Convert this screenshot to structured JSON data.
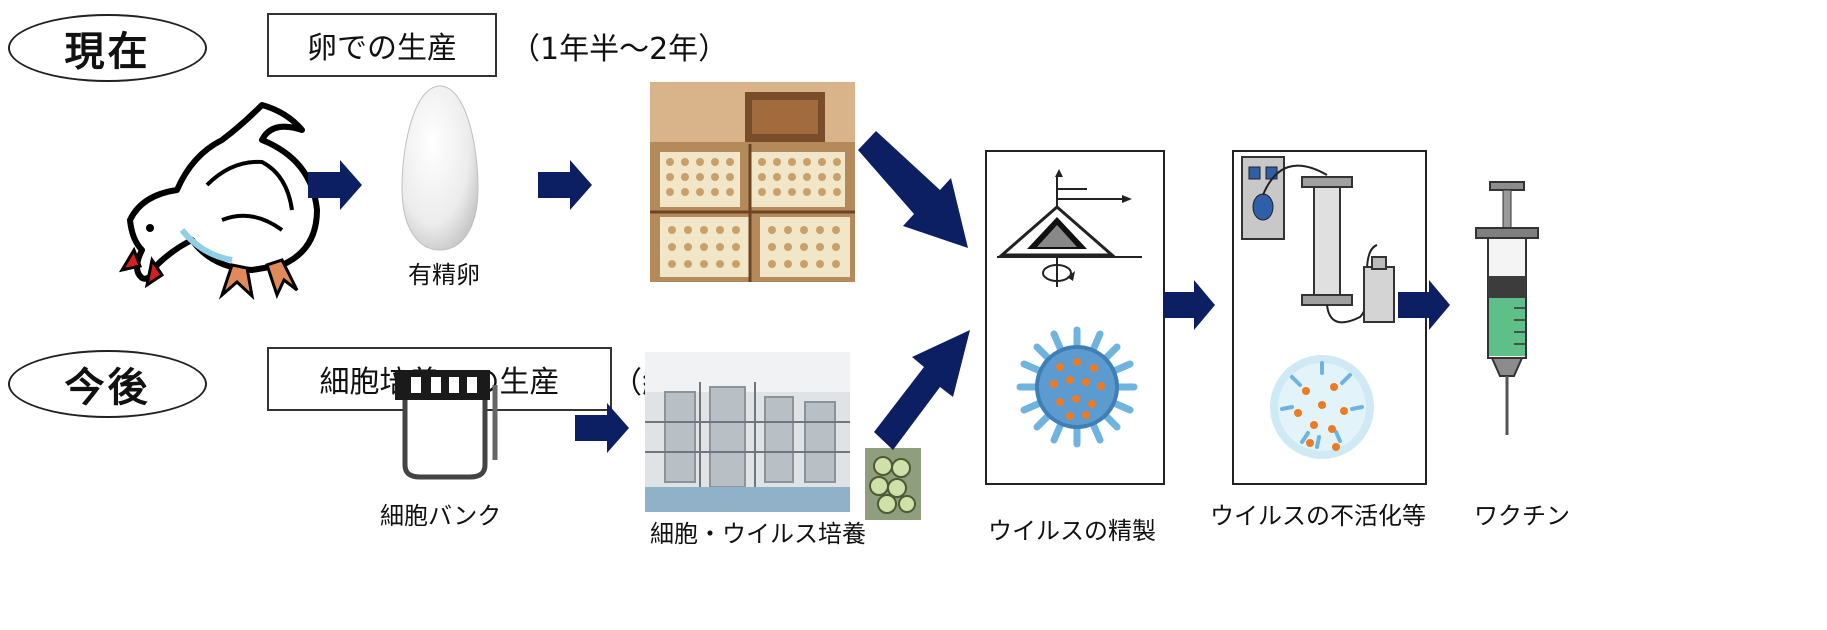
{
  "current": {
    "badge": "現在",
    "method": "卵での生産",
    "duration": "（1年半～2年）"
  },
  "future": {
    "badge": "今後",
    "method": "細胞培養での生産",
    "duration": "（約半年）"
  },
  "captions": {
    "egg": "有精卵",
    "cell_bank": "細胞バンク",
    "cell_culture": "細胞・ウイルス培養",
    "purification": "ウイルスの精製",
    "inactivation": "ウイルスの不活化等",
    "vaccine": "ワクチン"
  },
  "colors": {
    "arrow": "#0d1f63",
    "virus_body": "#3f7fb5",
    "virus_spike": "#6fb3e0",
    "marker": "#ee7b22"
  }
}
